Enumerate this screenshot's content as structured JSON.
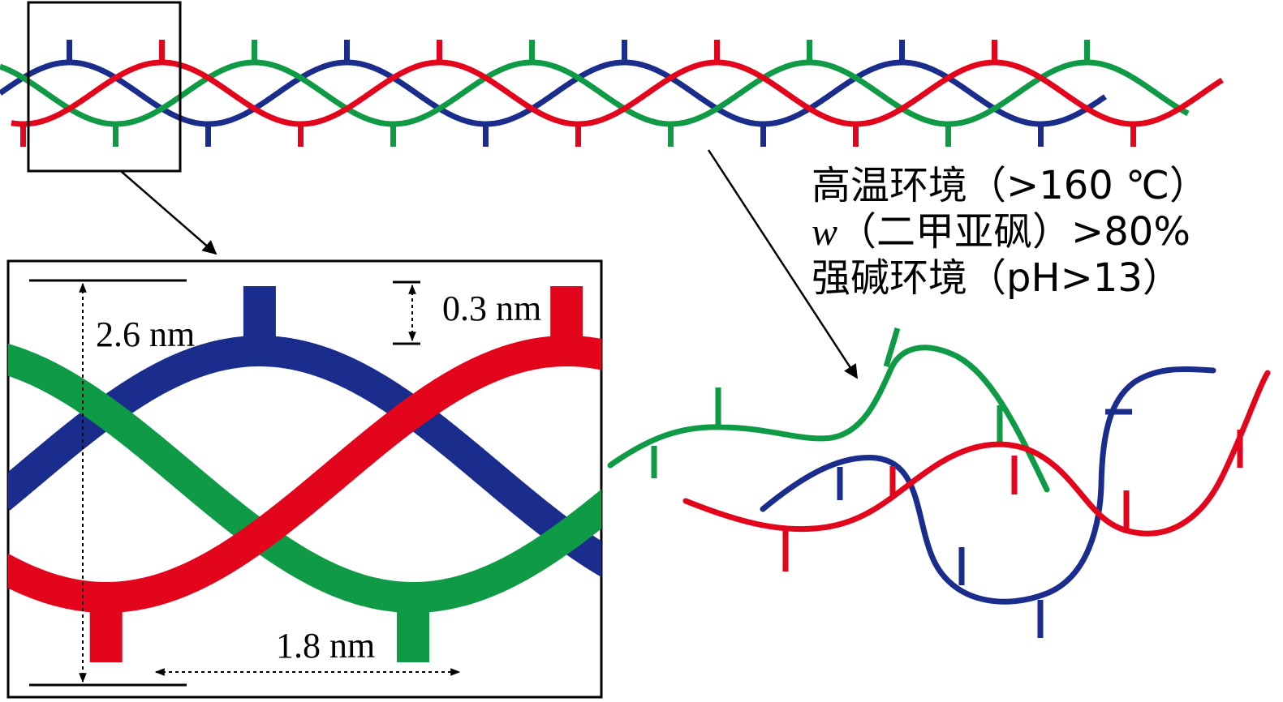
{
  "colors": {
    "strand_blue": "#1a2d8c",
    "strand_green": "#0f9a46",
    "strand_red": "#e3051b",
    "line": "#000000",
    "background": "#ffffff"
  },
  "dimensions": {
    "height": "2.6 nm",
    "branch": "0.3 nm",
    "pitch": "1.8 nm"
  },
  "conditions": {
    "line1": "高温环境（>160 ℃）",
    "line2_var": "w",
    "line2_rest": "（二甲亚砜）>80%",
    "line3": "强碱环境（pH>13）"
  }
}
